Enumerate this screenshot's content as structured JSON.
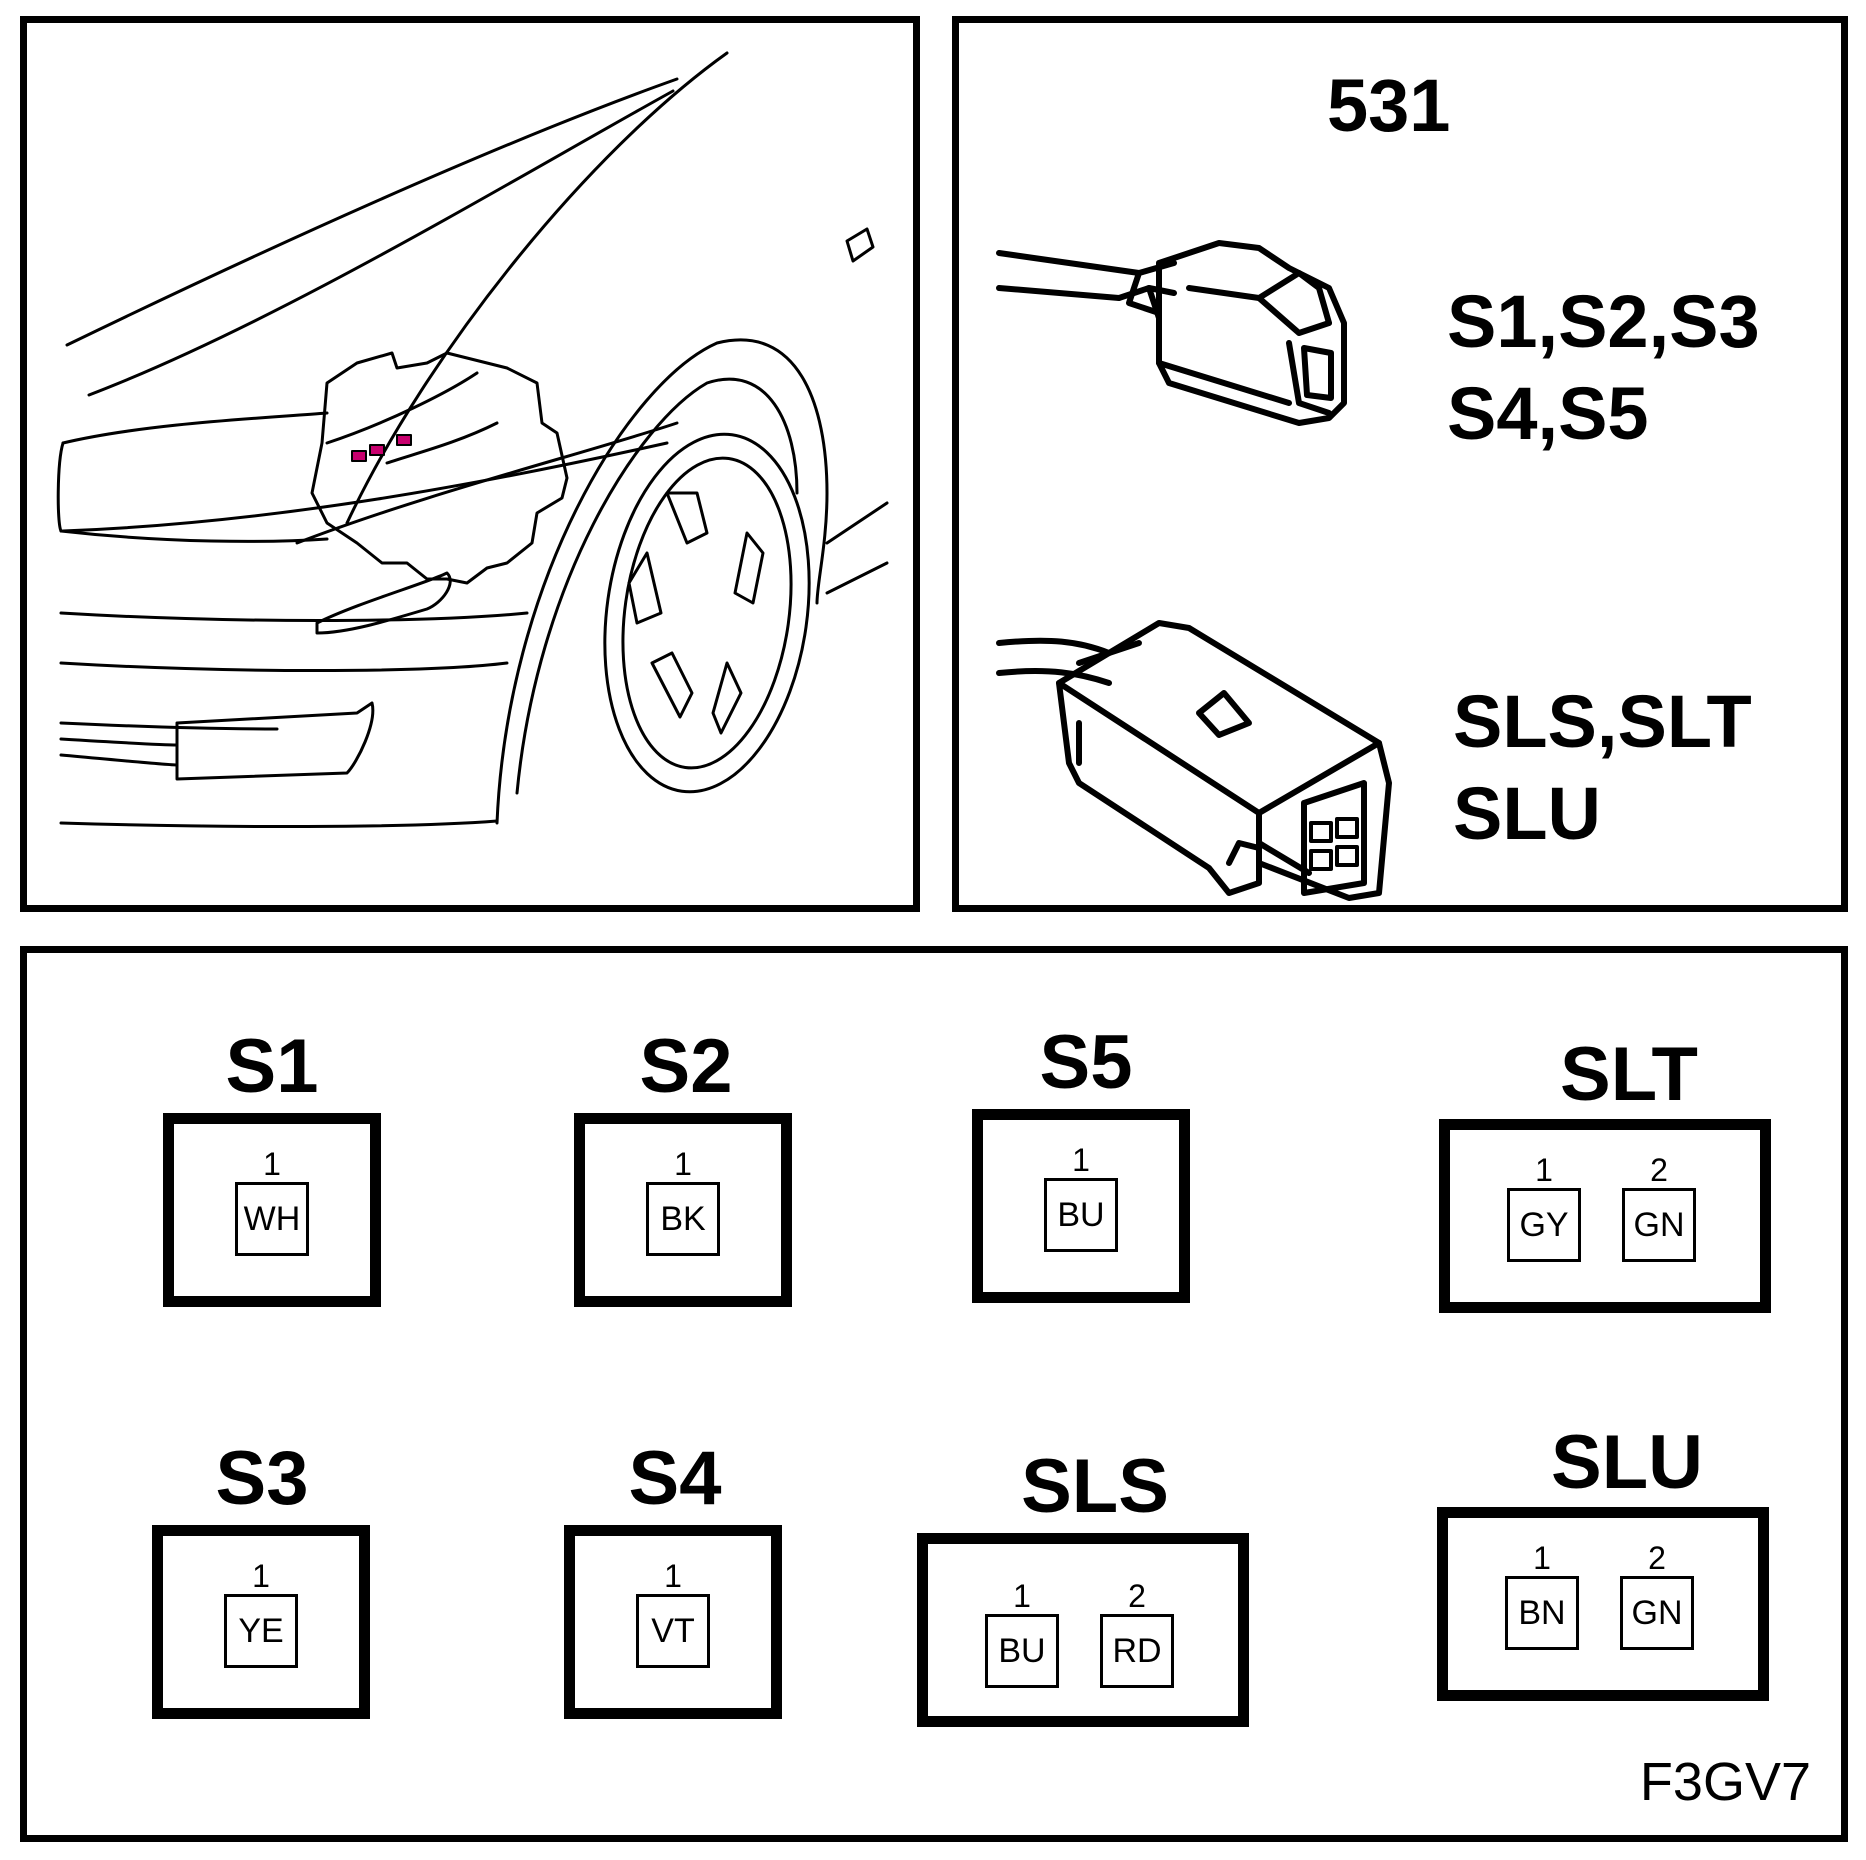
{
  "connector_id": "531",
  "connector_types": [
    {
      "lines": [
        "S1,S2,S3",
        "S4,S5"
      ]
    },
    {
      "lines": [
        "SLS,SLT",
        "SLU"
      ]
    }
  ],
  "connectors": [
    {
      "name": "S1",
      "pins": [
        {
          "num": "1",
          "color": "WH"
        }
      ]
    },
    {
      "name": "S2",
      "pins": [
        {
          "num": "1",
          "color": "BK"
        }
      ]
    },
    {
      "name": "S5",
      "pins": [
        {
          "num": "1",
          "color": "BU"
        }
      ]
    },
    {
      "name": "SLT",
      "pins": [
        {
          "num": "1",
          "color": "GY"
        },
        {
          "num": "2",
          "color": "GN"
        }
      ]
    },
    {
      "name": "S3",
      "pins": [
        {
          "num": "1",
          "color": "YE"
        }
      ]
    },
    {
      "name": "S4",
      "pins": [
        {
          "num": "1",
          "color": "VT"
        }
      ]
    },
    {
      "name": "SLS",
      "pins": [
        {
          "num": "1",
          "color": "BU"
        },
        {
          "num": "2",
          "color": "RD"
        }
      ]
    },
    {
      "name": "SLU",
      "pins": [
        {
          "num": "1",
          "color": "BN"
        },
        {
          "num": "2",
          "color": "GN"
        }
      ]
    }
  ],
  "diagram_code": "F3GV7",
  "colors": {
    "line": "#000000",
    "highlight": "#c8006e",
    "background": "#ffffff"
  }
}
